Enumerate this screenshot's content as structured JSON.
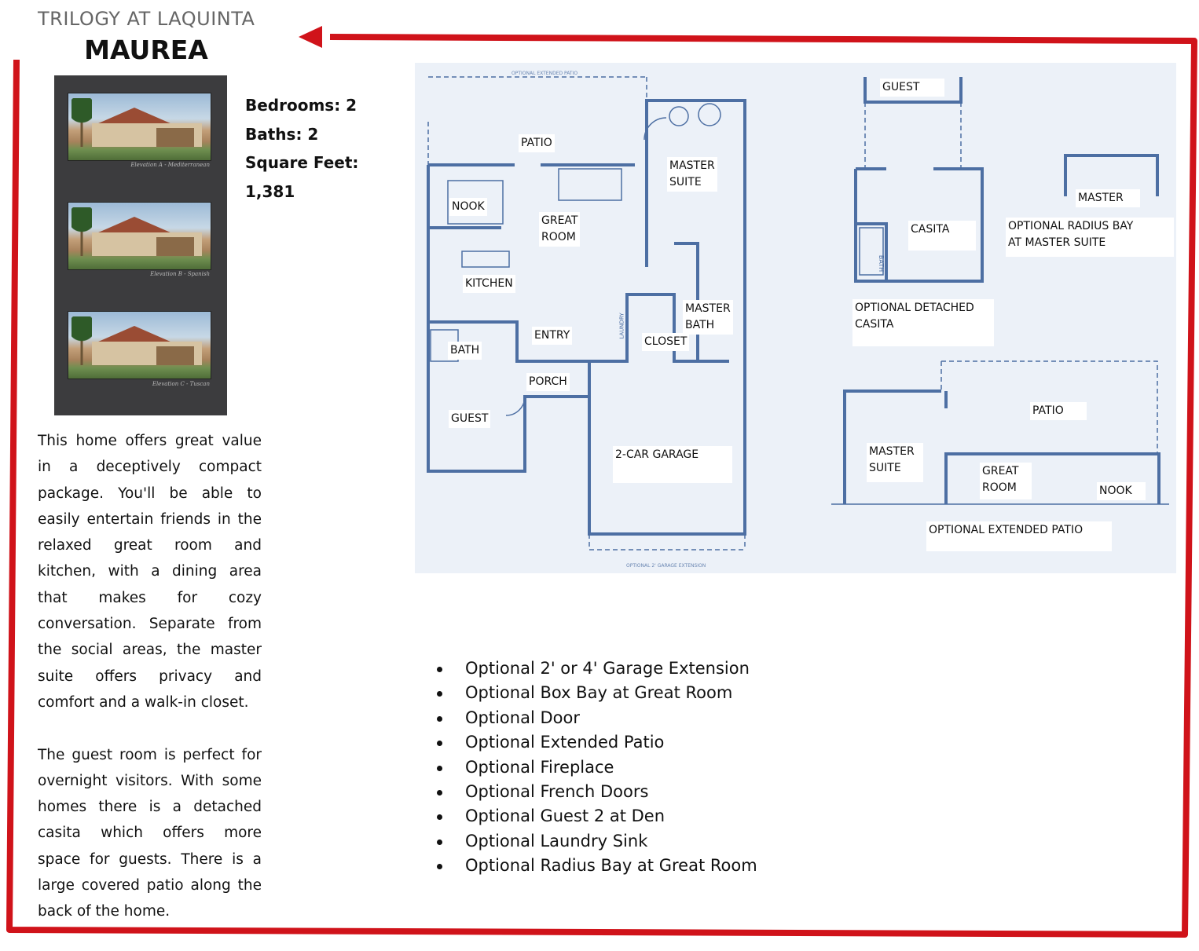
{
  "header": {
    "community": "TRILOGY AT LAQUINTA",
    "model_name": "MAUREA"
  },
  "brochure": {
    "elevations": [
      {
        "caption": "Elevation A - Mediterranean"
      },
      {
        "caption": "Elevation B - Spanish"
      },
      {
        "caption": "Elevation C - Tuscan"
      }
    ]
  },
  "specs": {
    "bedrooms": "Bedrooms: 2",
    "baths": "Baths: 2",
    "sqft_label": "Square Feet:",
    "sqft_value": "1,381"
  },
  "description": {
    "p1": "This home offers great value in a deceptively compact package. You'll be able to easily entertain friends in the relaxed great room and kitchen, with a dining area that makes for cozy conversation. Separate from the social areas, the master suite offers privacy and comfort and a walk-in closet.",
    "p2": "The guest room is perfect for overnight visitors. With some homes there is a detached casita which offers more space for guests. There is a large covered patio along the back of the home."
  },
  "floorplan": {
    "main": {
      "patio": "PATIO",
      "master_suite": "MASTER\nSUITE",
      "nook": "NOOK",
      "great_room": "GREAT\nROOM",
      "kitchen": "KITCHEN",
      "master_bath": "MASTER\nBATH",
      "entry": "ENTRY",
      "closet": "CLOSET",
      "bath": "BATH",
      "porch": "PORCH",
      "guest": "GUEST",
      "garage": "2-CAR GARAGE",
      "extension_note": "OPTIONAL 2' GARAGE EXTENSION",
      "extended_patio_note": "OPTIONAL EXTENDED PATIO",
      "laundry": "LAUNDRY"
    },
    "guest_option": {
      "label": "GUEST"
    },
    "casita": {
      "room": "CASITA",
      "caption": "OPTIONAL DETACHED\nCASITA",
      "bath": "BATH"
    },
    "radius_bay": {
      "room": "MASTER",
      "caption": "OPTIONAL RADIUS BAY\nAT MASTER SUITE"
    },
    "extended_patio": {
      "patio": "PATIO",
      "master_suite": "MASTER\nSUITE",
      "great_room": "GREAT\nROOM",
      "nook": "NOOK",
      "caption": "OPTIONAL EXTENDED PATIO"
    }
  },
  "options": [
    "Optional 2' or 4' Garage Extension",
    "Optional Box Bay at Great Room",
    "Optional Door",
    "Optional Extended Patio",
    "Optional Fireplace",
    "Optional French Doors",
    "Optional Guest 2 at Den",
    "Optional Laundry Sink",
    "Optional Radius Bay at Great Room"
  ],
  "colors": {
    "frame_red": "#d0131a",
    "plan_blue": "#4d6fa3",
    "plan_bg": "#ecf1f8",
    "brochure_bg": "#3c3c3e"
  }
}
